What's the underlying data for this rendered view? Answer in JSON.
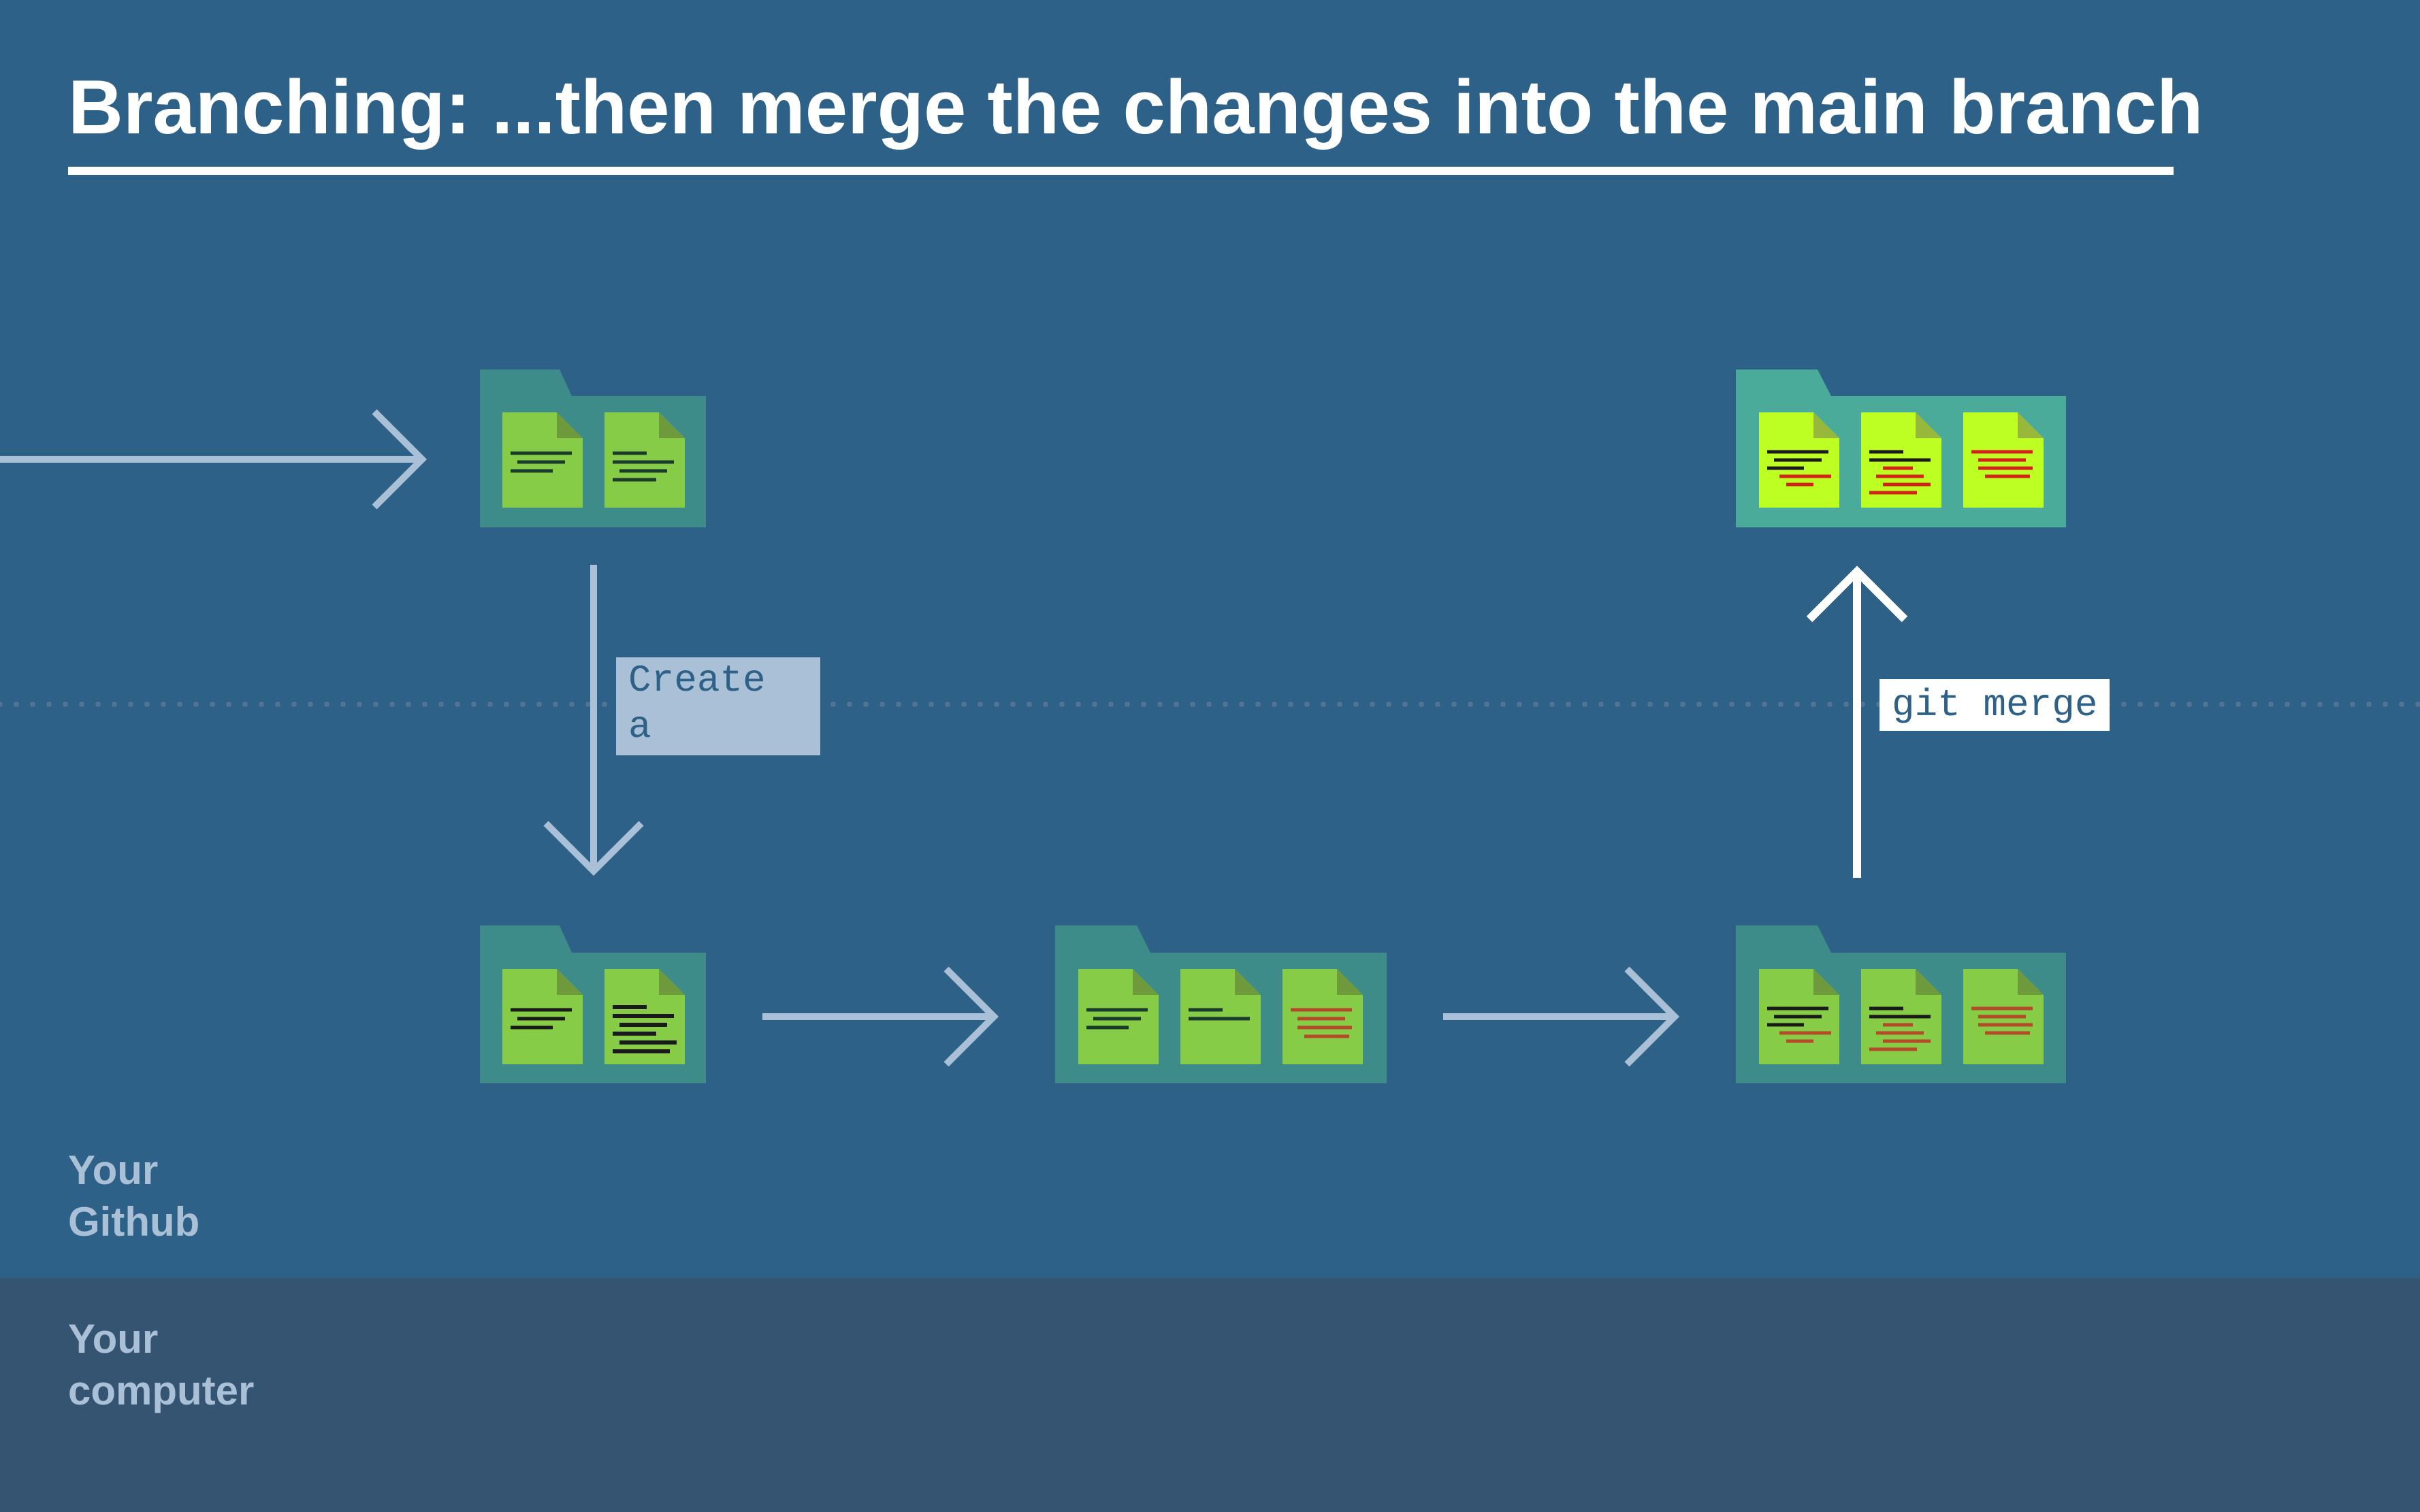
{
  "title": "Branching: ...then merge the changes into the main branch",
  "zones": {
    "github": "Your\nGithub",
    "computer": "Your\ncomputer"
  },
  "labels": {
    "create_branch": "Create\na branch",
    "git_merge": "git merge"
  },
  "colors": {
    "github_band": "#2e6188",
    "computer_band": "#355471",
    "folder": "#3e8c8a",
    "folder_highlight": "#4aab9a",
    "file": "#86cc46",
    "file_highlight": "#bdff22",
    "arrow_muted": "#a9c0d6",
    "arrow_active": "#ffffff",
    "changed_lines": "#b54a2a"
  },
  "folders": [
    {
      "id": "main-before",
      "files": [
        "plain",
        "plain"
      ],
      "highlight": false
    },
    {
      "id": "branch-start",
      "files": [
        "plain",
        "edited"
      ],
      "highlight": false
    },
    {
      "id": "branch-newfile",
      "files": [
        "plain",
        "plain",
        "new"
      ],
      "highlight": false
    },
    {
      "id": "branch-final",
      "files": [
        "changed",
        "changed",
        "new"
      ],
      "highlight": false
    },
    {
      "id": "main-merged",
      "files": [
        "changed",
        "changed",
        "new"
      ],
      "highlight": true
    }
  ]
}
